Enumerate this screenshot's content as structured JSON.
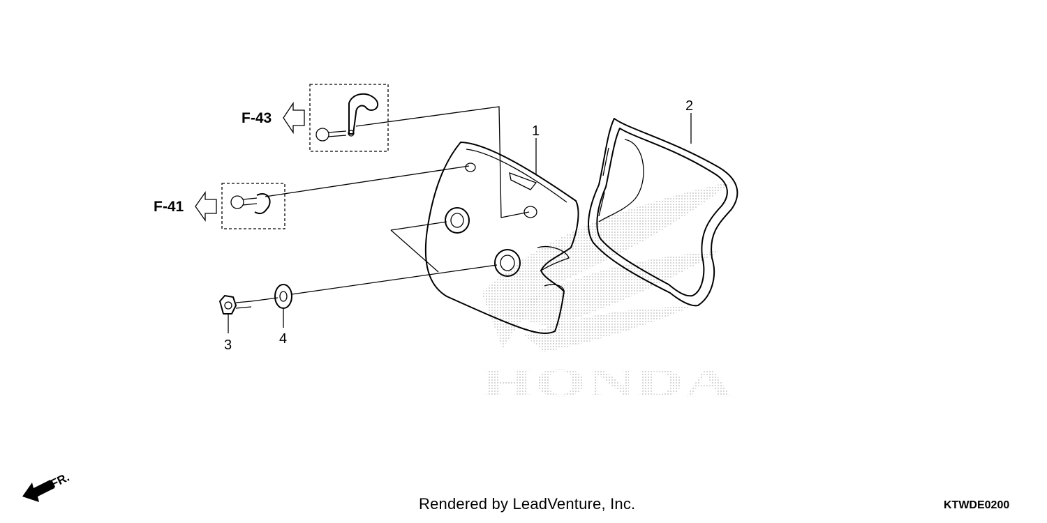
{
  "diagram": {
    "part_numbers": [
      "1",
      "2",
      "3",
      "4"
    ],
    "references": {
      "top": "F-43",
      "middle": "F-41"
    },
    "watermark": "HONDA",
    "direction_label": "FR.",
    "footer": "Rendered by LeadVenture, Inc.",
    "code": "KTWDE0200"
  }
}
